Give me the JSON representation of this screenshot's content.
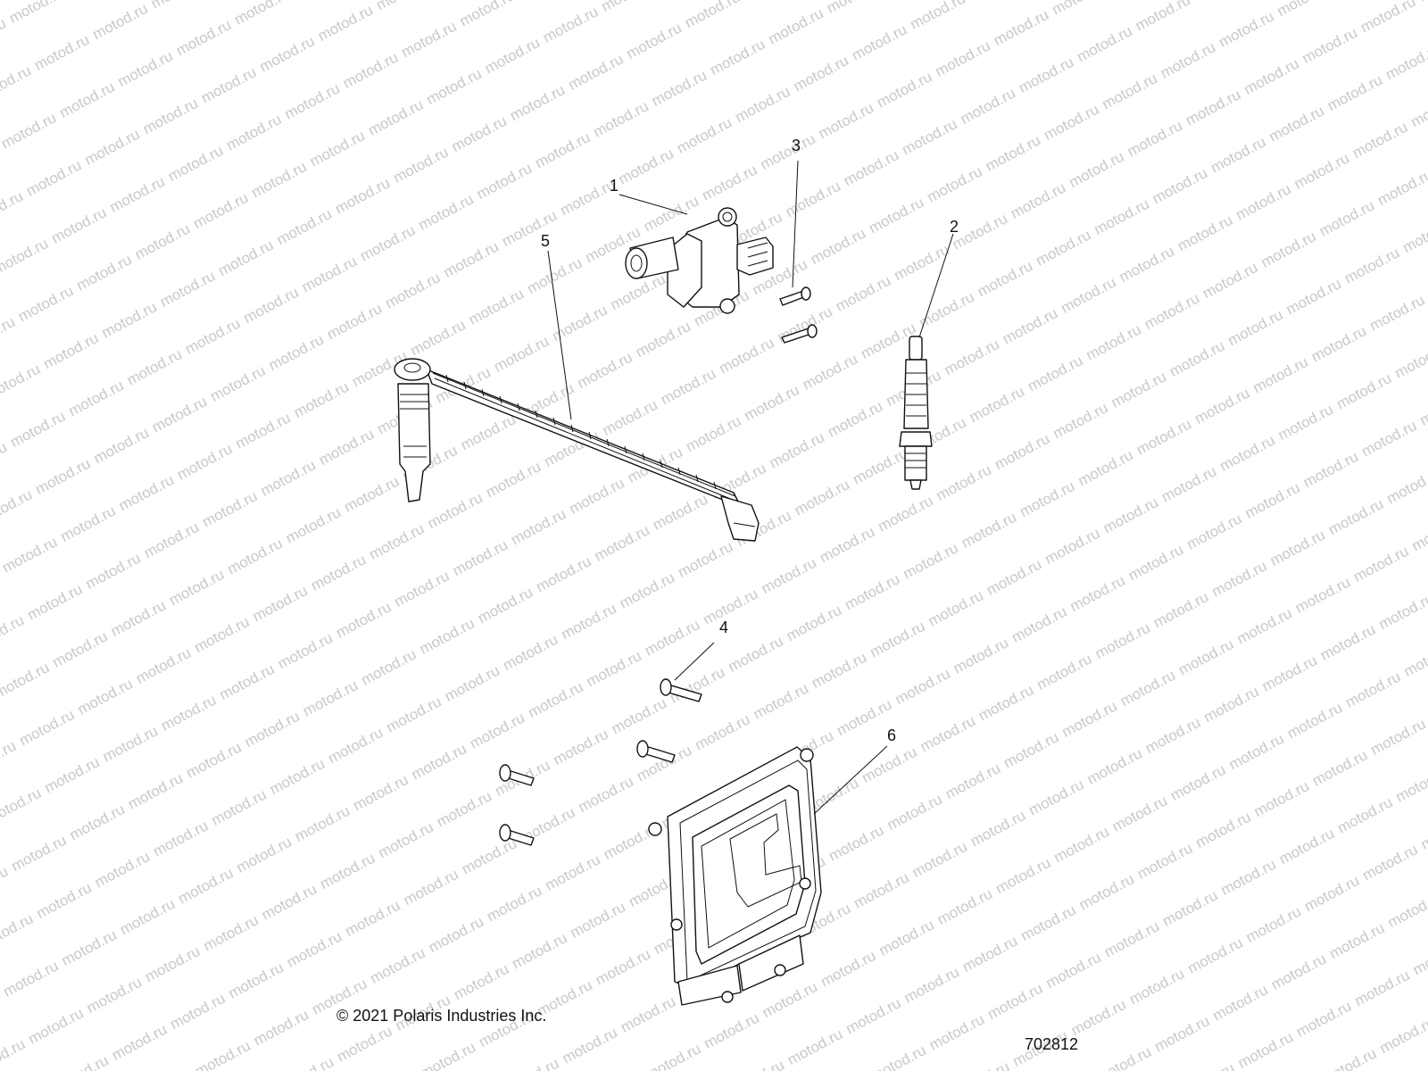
{
  "watermark": "motod.ru",
  "copyright": "© 2021 Polaris Industries Inc.",
  "figure_number": "702812",
  "callouts": [
    {
      "id": "1",
      "part": "ignition-coil"
    },
    {
      "id": "2",
      "part": "spark-plug"
    },
    {
      "id": "3",
      "part": "coil-bolt"
    },
    {
      "id": "4",
      "part": "ecu-bolt"
    },
    {
      "id": "5",
      "part": "spark-plug-wire"
    },
    {
      "id": "6",
      "part": "ecu-module"
    }
  ],
  "colors": {
    "line": "#111111",
    "watermark": "#c8c8c8",
    "background": "#ffffff"
  }
}
